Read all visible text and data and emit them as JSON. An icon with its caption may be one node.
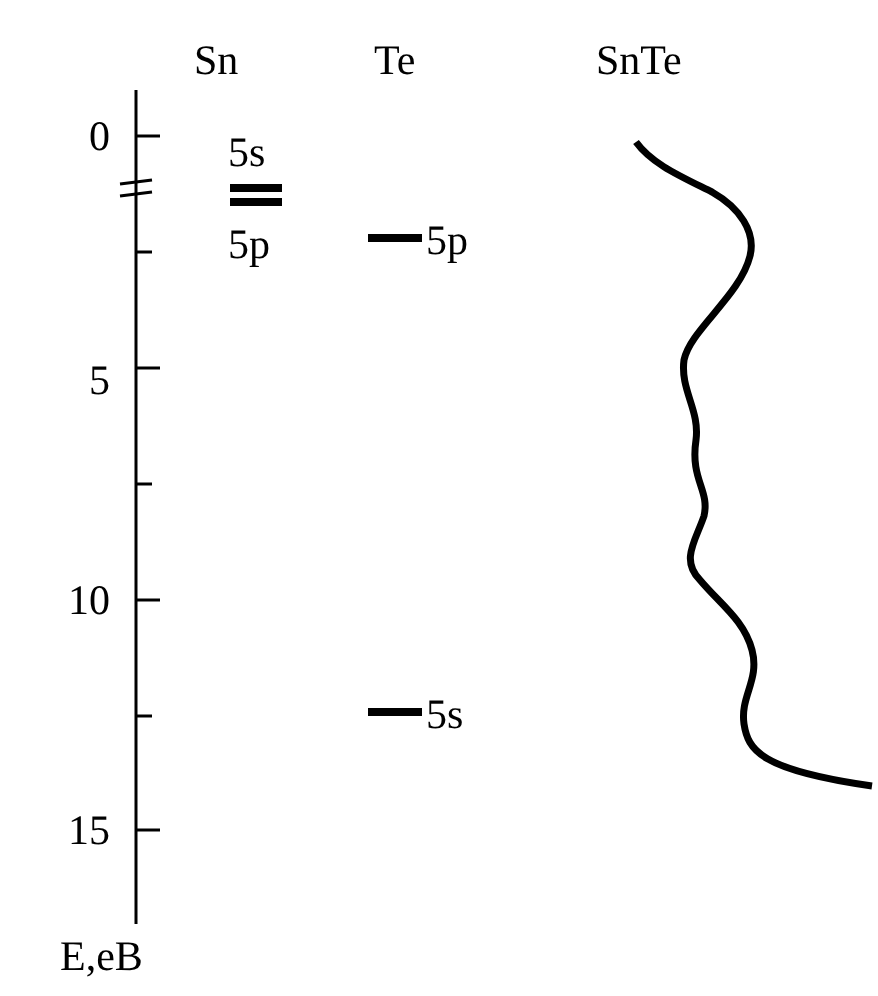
{
  "diagram": {
    "labels": [
      "Sn",
      "Te",
      "SnTe",
      "0",
      "5s",
      "5p",
      "5p",
      "5",
      "10",
      "5s",
      "15",
      "E,eB"
    ]
  }
}
